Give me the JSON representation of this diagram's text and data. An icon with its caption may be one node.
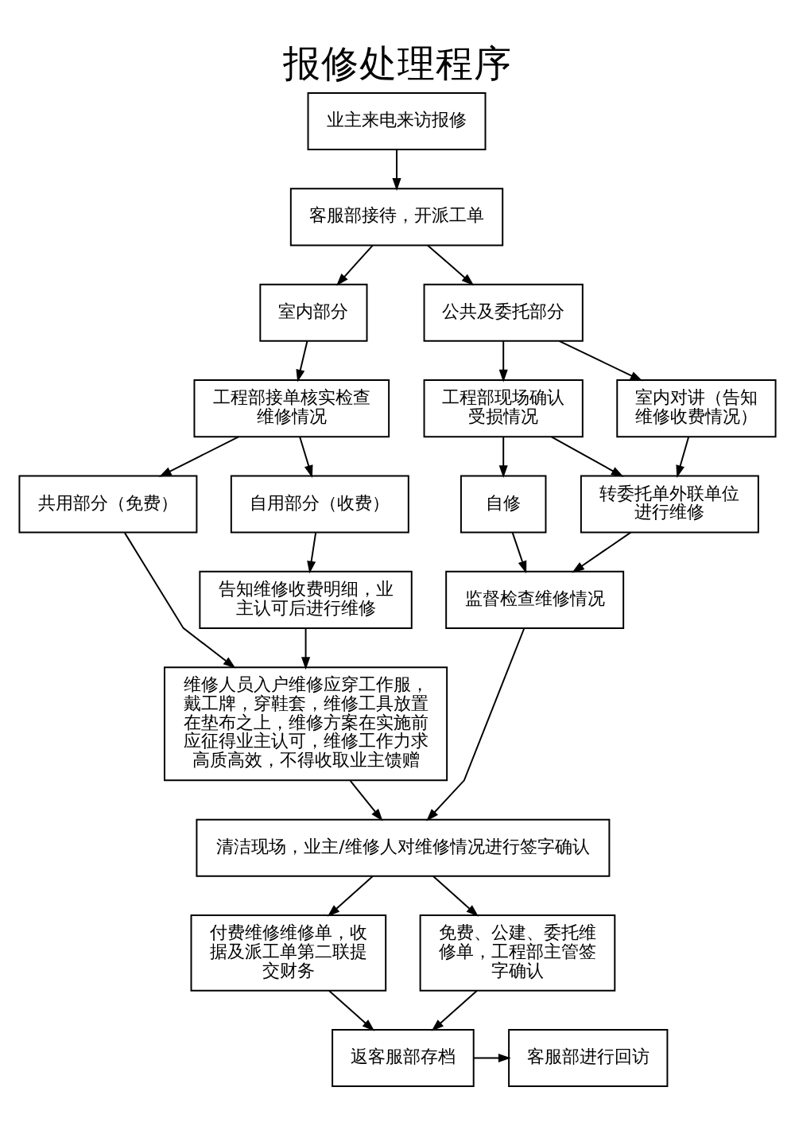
{
  "diagram": {
    "title": "报修处理程序",
    "nodes": [
      {
        "text": [
          "业主来电来访报修"
        ]
      },
      {
        "text": [
          "客服部接待，开派工单"
        ]
      },
      {
        "text": [
          "室内部分"
        ]
      },
      {
        "text": [
          "公共及委托部分"
        ]
      },
      {
        "text": [
          "工程部接单核实检查维修情况"
        ]
      },
      {
        "text": [
          "共用部分（免费）"
        ]
      },
      {
        "text": [
          "自用部分（收费）"
        ]
      },
      {
        "text": [
          "告知维修收费明细，业主认可后进行维修"
        ]
      },
      {
        "text": [
          "维修人员入户维修应穿工作服，戴工牌，穿鞋套，维修工具放置在垫布之上，维修方案在实施前应征得业主认可，维修工作力求高质高效，不得收取业主馈赠"
        ]
      },
      {
        "text": [
          "工程部现场确认受损情况"
        ]
      },
      {
        "text": [
          "室内对讲（告知维修收费情况）"
        ]
      },
      {
        "text": [
          "自修"
        ]
      },
      {
        "text": [
          "转委托单外联单位进行维修"
        ]
      },
      {
        "text": [
          "监督检查维修情况"
        ]
      },
      {
        "text": [
          "清洁现场，业主/维修人对维修情况进行签字确认"
        ]
      },
      {
        "text": [
          "付费维修维修单，收据及派工单第二联提交财务"
        ]
      },
      {
        "text": [
          "免费、公建、委托维修单，工程部主管签字确认"
        ]
      },
      {
        "text": [
          "返客服部存档"
        ]
      },
      {
        "text": [
          "客服部进行回访"
        ]
      }
    ],
    "edges": [
      {
        "from": 0,
        "to": 1,
        "arrow": "to"
      },
      {
        "from": 1,
        "to": 2,
        "arrow": "to"
      },
      {
        "from": 1,
        "to": 3,
        "arrow": "to"
      },
      {
        "from": 2,
        "to": 4,
        "arrow": "to"
      },
      {
        "from": 4,
        "to": 5,
        "arrow": "to"
      },
      {
        "from": 4,
        "to": 6,
        "arrow": "to"
      },
      {
        "from": 6,
        "to": 7,
        "arrow": "to"
      },
      {
        "from": 5,
        "to": 8,
        "arrow": "to"
      },
      {
        "from": 7,
        "to": 8,
        "arrow": "to"
      },
      {
        "from": 3,
        "to": 9,
        "arrow": "to"
      },
      {
        "from": 3,
        "to": 10,
        "arrow": "to"
      },
      {
        "from": 9,
        "to": 11,
        "arrow": "to"
      },
      {
        "from": 9,
        "to": 12,
        "arrow": "to"
      },
      {
        "from": 10,
        "to": 12,
        "arrow": "to"
      },
      {
        "from": 12,
        "to": 13,
        "arrow": "to"
      },
      {
        "from": 11,
        "to": 13,
        "arrow": "to"
      },
      {
        "from": 8,
        "to": 14,
        "arrow": "to"
      },
      {
        "from": 13,
        "to": 14,
        "arrow": "to"
      },
      {
        "from": 14,
        "to": 15,
        "arrow": "to"
      },
      {
        "from": 14,
        "to": 16,
        "arrow": "to"
      },
      {
        "from": 15,
        "to": 17,
        "arrow": "to"
      },
      {
        "from": 16,
        "to": 17,
        "arrow": "to"
      },
      {
        "from": 17,
        "to": 18,
        "arrow": "to"
      }
    ]
  }
}
